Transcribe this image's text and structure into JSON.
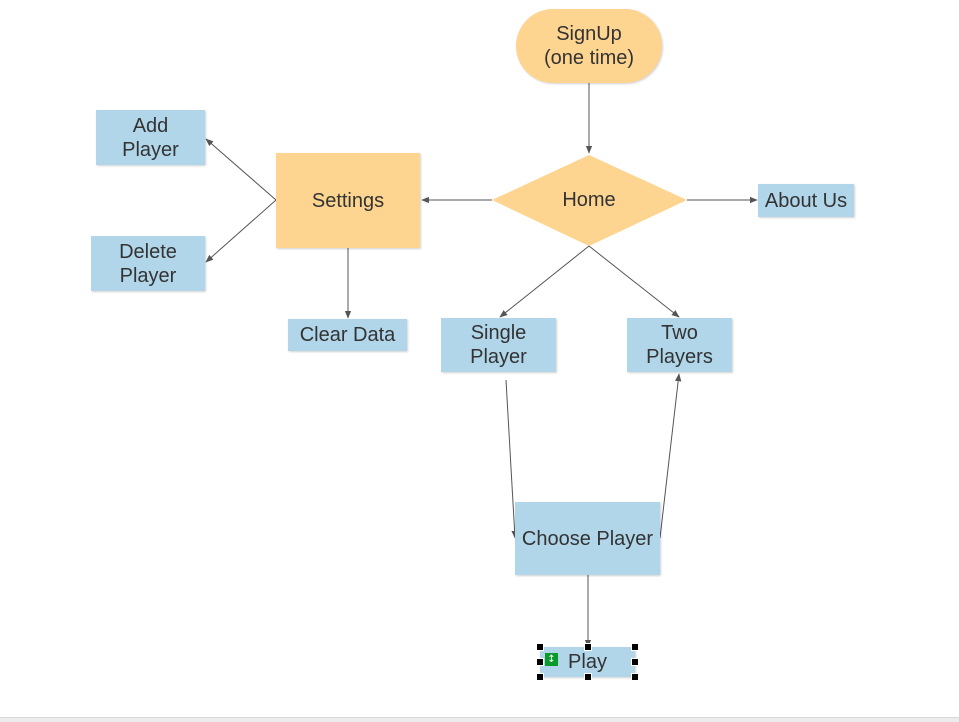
{
  "nodes": {
    "signup": "SignUp\n(one time)",
    "home": "Home",
    "settings": "Settings",
    "about": "About Us",
    "add_player": "Add\nPlayer",
    "delete_player": "Delete\nPlayer",
    "clear_data": "Clear Data",
    "single_player": "Single\nPlayer",
    "two_players": "Two\nPlayers",
    "choose_player": "Choose Player",
    "play": "Play"
  },
  "colors": {
    "process_fill": "#b1d6ea",
    "decision_fill": "#fdd590",
    "edge": "#555555",
    "selection_badge": "#0a9a2c"
  },
  "icons": {
    "selection_badge": "resize-vertical-icon"
  }
}
